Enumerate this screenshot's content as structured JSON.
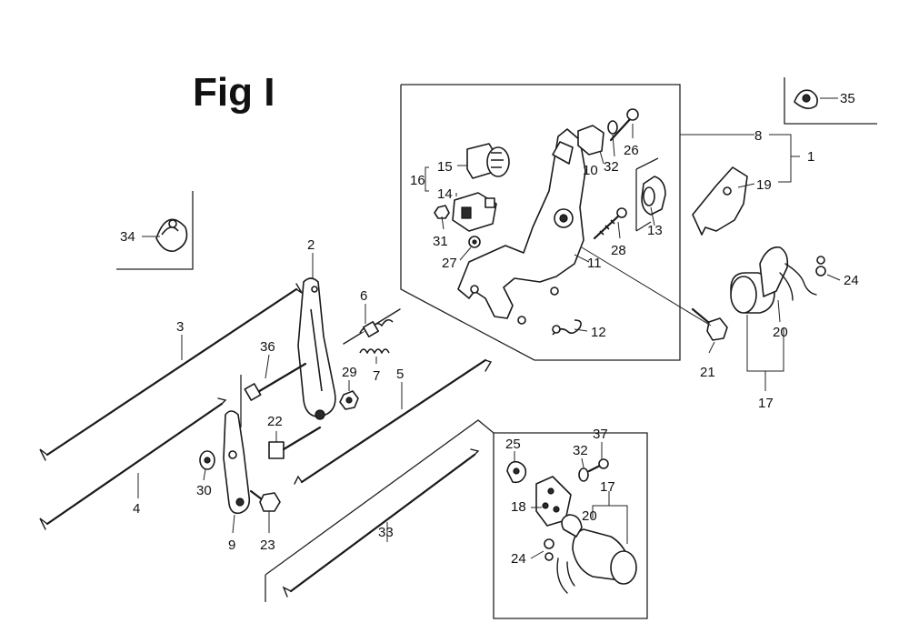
{
  "figure": {
    "title": "Fig I"
  },
  "callouts": {
    "c1": "1",
    "c2": "2",
    "c3": "3",
    "c4": "4",
    "c5": "5",
    "c6": "6",
    "c7": "7",
    "c8": "8",
    "c9": "9",
    "c10": "10",
    "c11": "11",
    "c12": "12",
    "c13": "13",
    "c14": "14",
    "c15": "15",
    "c16": "16",
    "c17a": "17",
    "c17b": "17",
    "c18": "18",
    "c19": "19",
    "c20a": "20",
    "c20b": "20",
    "c21": "21",
    "c22": "22",
    "c23": "23",
    "c24a": "24",
    "c24b": "24",
    "c25": "25",
    "c26": "26",
    "c27": "27",
    "c28": "28",
    "c29": "29",
    "c30": "30",
    "c31": "31",
    "c32a": "32",
    "c32b": "32",
    "c33": "33",
    "c34": "34",
    "c35": "35",
    "c36": "36",
    "c37": "37"
  }
}
